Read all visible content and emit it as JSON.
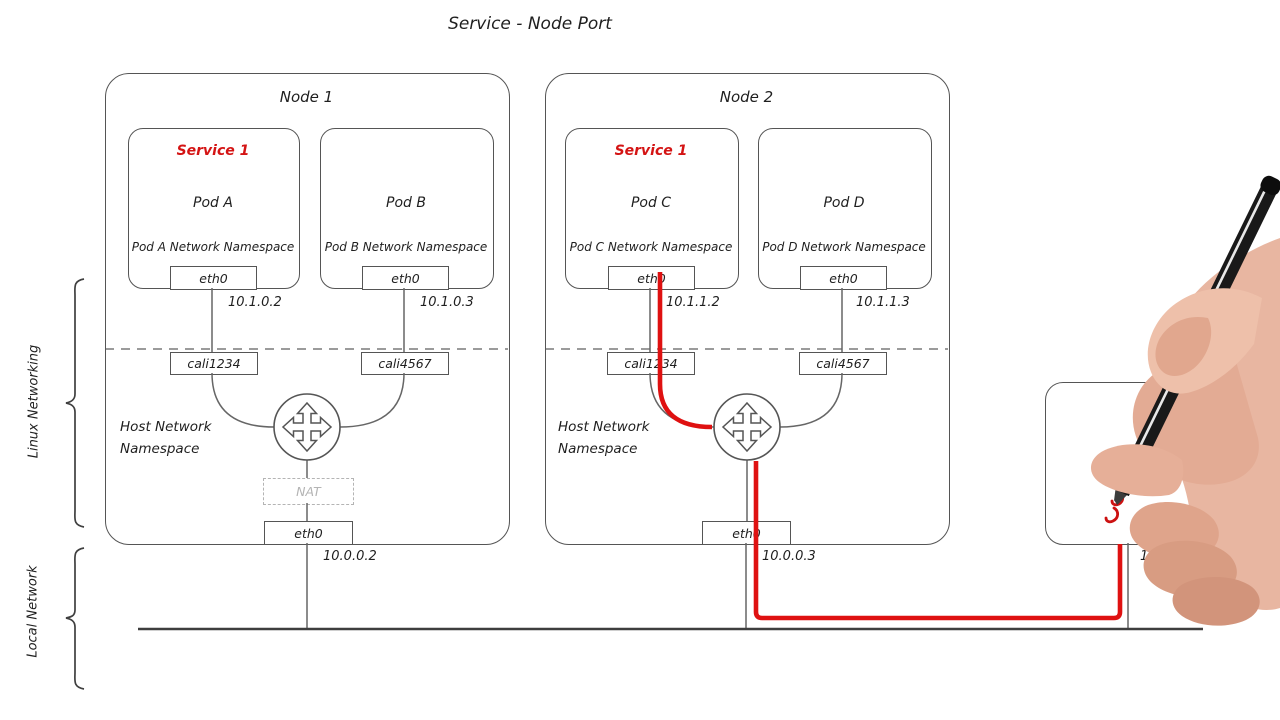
{
  "title": "Service - Node Port",
  "colors": {
    "accent_red": "#df1111",
    "line": "#555555",
    "muted": "#b4b4b4"
  },
  "side_labels": {
    "linux": "Linux Networking",
    "local": "Local Network"
  },
  "nodes": [
    {
      "name": "Node 1",
      "host_ns_line1": "Host Network",
      "host_ns_line2": "Namespace",
      "nat": "NAT",
      "iface": "eth0",
      "ip": "10.0.0.2",
      "pods": [
        {
          "service": "Service 1",
          "name": "Pod A",
          "ns": "Pod A Network Namespace",
          "iface": "eth0",
          "ip": "10.1.0.2",
          "veth": "cali1234"
        },
        {
          "name": "Pod B",
          "ns": "Pod B Network Namespace",
          "iface": "eth0",
          "ip": "10.1.0.3",
          "veth": "cali4567"
        }
      ]
    },
    {
      "name": "Node 2",
      "host_ns_line1": "Host Network",
      "host_ns_line2": "Namespace",
      "iface": "eth0",
      "ip": "10.0.0.3",
      "pods": [
        {
          "service": "Service 1",
          "name": "Pod C",
          "ns": "Pod C Network Namespace",
          "iface": "eth0",
          "ip": "10.1.1.2",
          "veth": "cali1234"
        },
        {
          "name": "Pod D",
          "ns": "Pod D Network Namespace",
          "iface": "eth0",
          "ip": "10.1.1.3",
          "veth": "cali4567"
        }
      ]
    }
  ],
  "external": {
    "ip": "10.3.0.4"
  }
}
